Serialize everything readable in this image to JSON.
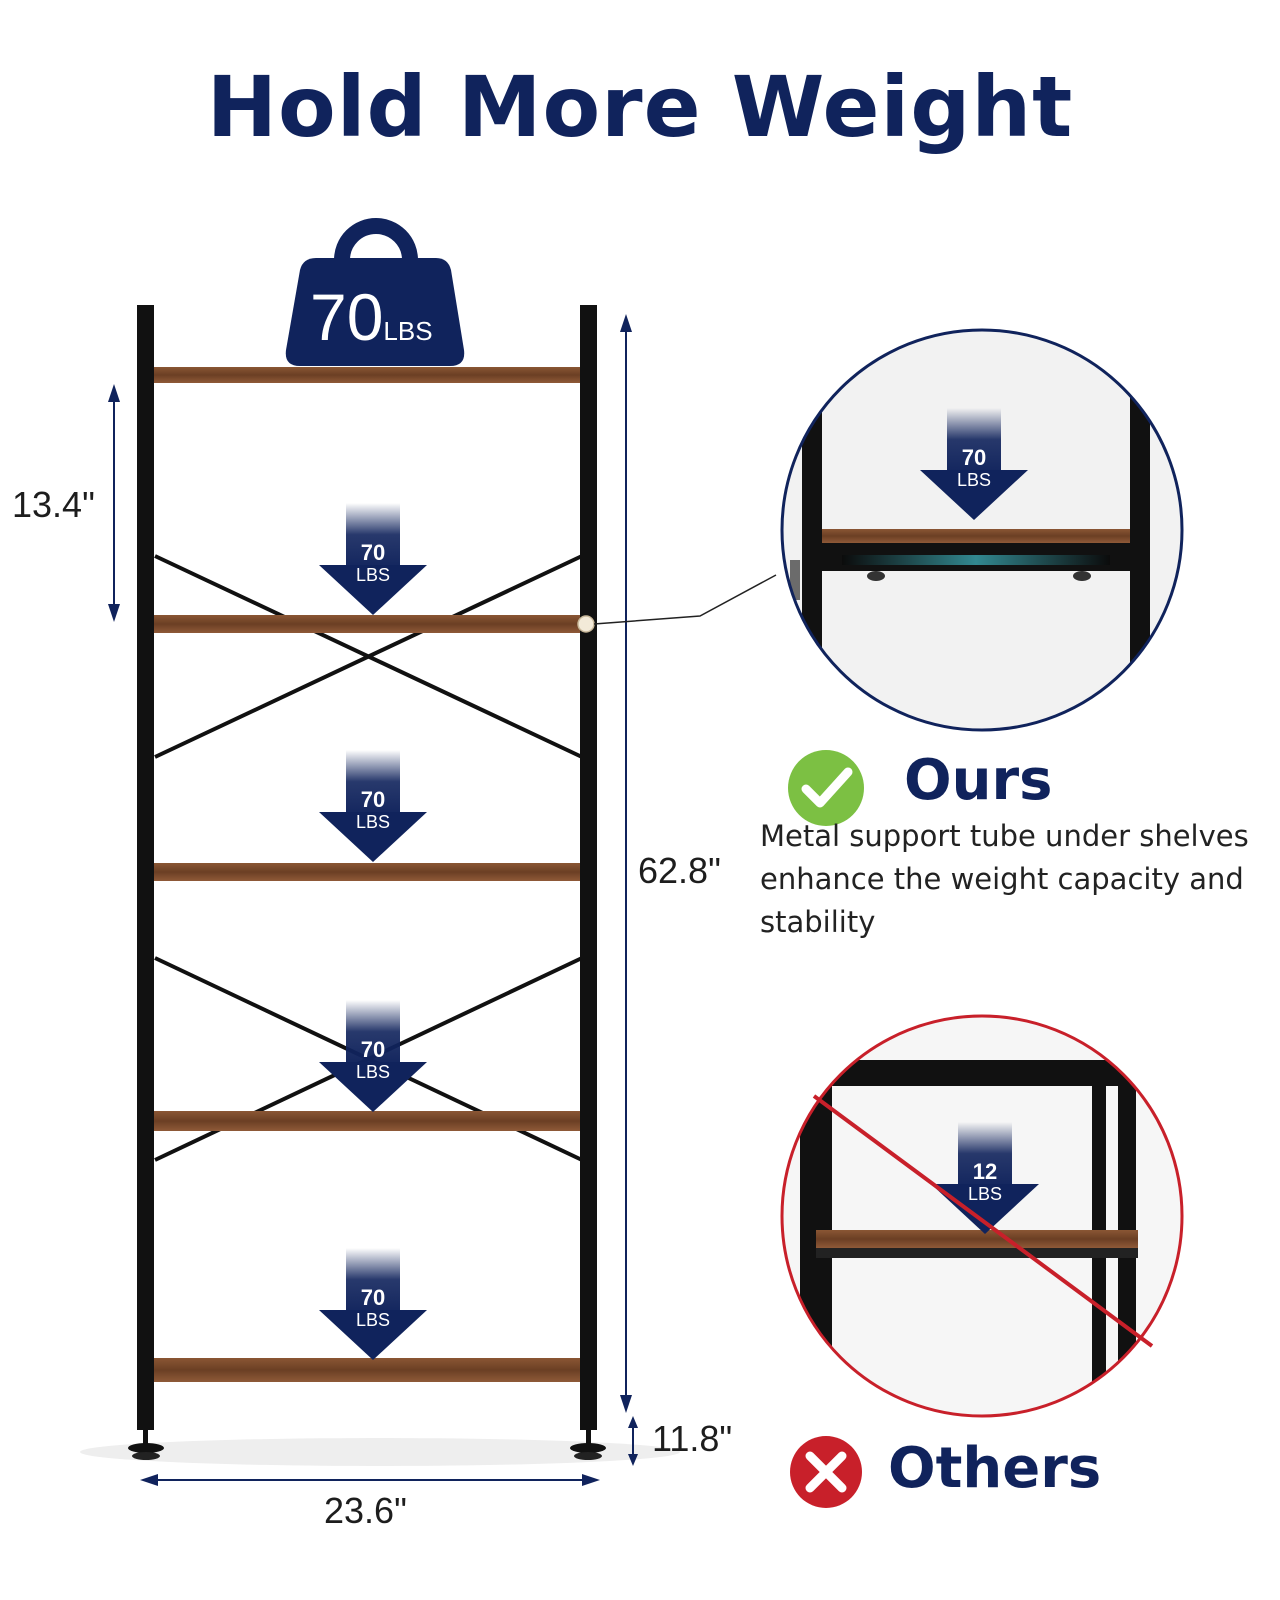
{
  "title": "Hold More Weight",
  "top_weight": {
    "value": "70",
    "unit": "LBS"
  },
  "shelf_loads": [
    {
      "value": "70",
      "unit": "LBS"
    },
    {
      "value": "70",
      "unit": "LBS"
    },
    {
      "value": "70",
      "unit": "LBS"
    },
    {
      "value": "70",
      "unit": "LBS"
    }
  ],
  "dimensions": {
    "shelf_gap": "13.4\"",
    "height": "62.8\"",
    "width": "23.6\"",
    "depth": "11.8\""
  },
  "ours": {
    "label": "Ours",
    "load": {
      "value": "70",
      "unit": "LBS"
    },
    "description": "Metal support tube under shelves enhance the weight capacity and stability",
    "icon": "check-icon",
    "color": "#7cc043"
  },
  "others": {
    "label": "Others",
    "load": {
      "value": "12",
      "unit": "LBS"
    },
    "icon": "cross-icon",
    "color": "#c8202a"
  },
  "colors": {
    "navy": "#10235c",
    "wood": "#7a4a2c",
    "frame": "#111111"
  }
}
